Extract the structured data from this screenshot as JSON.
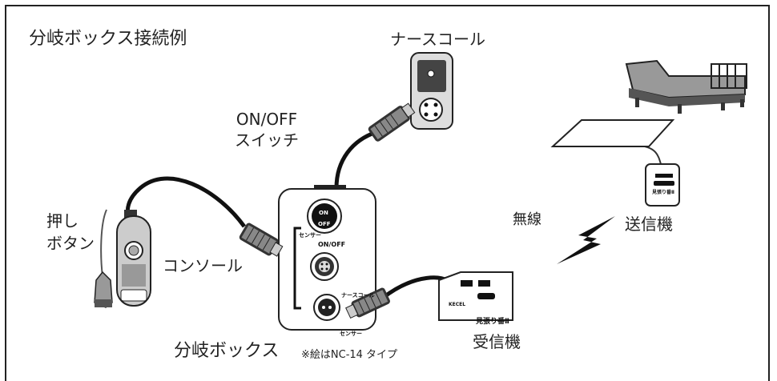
{
  "title": "分岐ボックス接続例",
  "labels": {
    "nurse_call": "ナースコール",
    "switch_line1": "ON/OFF",
    "switch_line2": "スイッチ",
    "push_button_line1": "押し",
    "push_button_line2": "ボタン",
    "console": "コンソール",
    "wireless": "無線",
    "transmitter": "送信機",
    "receiver": "受信機",
    "branch_box": "分岐ボックス",
    "note": "※絵はNC-14 タイプ"
  },
  "device_text": {
    "sensor_top": "センサー",
    "onoff": "ON/OFF",
    "nurse_call_port": "ナースコール",
    "sensor_bottom": "センサー",
    "switch_on": "ON",
    "switch_off": "OFF",
    "receiver_brand": "KECEL",
    "receiver_name": "見張り番Ⅱ",
    "transmitter_name": "見張り番Ⅱ"
  }
}
